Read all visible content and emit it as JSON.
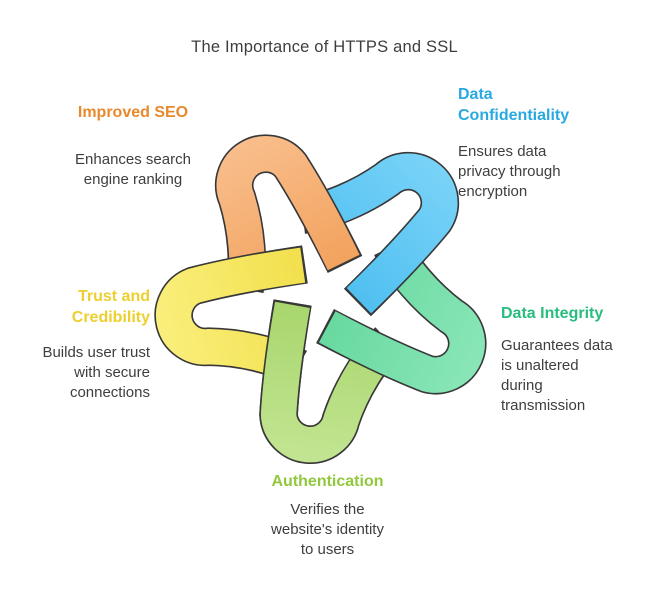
{
  "title": "The Importance of HTTPS and SSL",
  "colors": {
    "background": "#ffffff",
    "outline": "#383838",
    "body_text": "#3e3e3e"
  },
  "sections": [
    {
      "id": "improved-seo",
      "label_lines": [
        "Improved SEO"
      ],
      "label_color": "#E8892C",
      "desc_lines": [
        "Enhances search",
        "engine ranking"
      ]
    },
    {
      "id": "data-confidentiality",
      "label_lines": [
        "Data",
        "Confidentiality"
      ],
      "label_color": "#29A9E1",
      "desc_lines": [
        "Ensures data",
        "privacy through",
        "encryption"
      ]
    },
    {
      "id": "data-integrity",
      "label_lines": [
        "Data Integrity"
      ],
      "label_color": "#29BC7E",
      "desc_lines": [
        "Guarantees data",
        "is unaltered",
        "during",
        "transmission"
      ]
    },
    {
      "id": "authentication",
      "label_lines": [
        "Authentication"
      ],
      "label_color": "#92C83E",
      "desc_lines": [
        "Verifies the",
        "website's identity",
        "to users"
      ]
    },
    {
      "id": "trust-credibility",
      "label_lines": [
        "Trust and",
        "Credibility"
      ],
      "label_color": "#EDCF2E",
      "desc_lines": [
        "Builds user trust",
        "with secure",
        "connections"
      ]
    }
  ],
  "diagram": {
    "loops": [
      {
        "section": "improved-seo",
        "fill_light": "#F9BE8C",
        "fill_dark": "#F0994E"
      },
      {
        "section": "data-confidentiality",
        "fill_light": "#7AD3F8",
        "fill_dark": "#41B9EE"
      },
      {
        "section": "data-integrity",
        "fill_light": "#8AE6B8",
        "fill_dark": "#5CD497"
      },
      {
        "section": "authentication",
        "fill_light": "#C3E593",
        "fill_dark": "#9FD160"
      },
      {
        "section": "trust-credibility",
        "fill_light": "#FAEF7D",
        "fill_dark": "#EFDA3C"
      }
    ]
  }
}
